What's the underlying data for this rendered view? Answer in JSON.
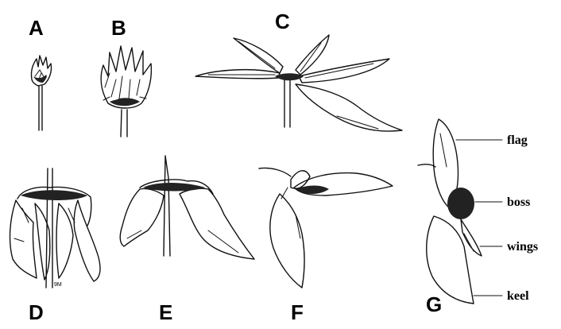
{
  "panels": {
    "a": "A",
    "b": "B",
    "c": "C",
    "d": "D",
    "e": "E",
    "f": "F",
    "g": "G"
  },
  "labels": {
    "flag": "flag",
    "boss": "boss",
    "wings": "wings",
    "keel": "keel"
  },
  "colors": {
    "ink": "#111111",
    "background": "#ffffff"
  }
}
